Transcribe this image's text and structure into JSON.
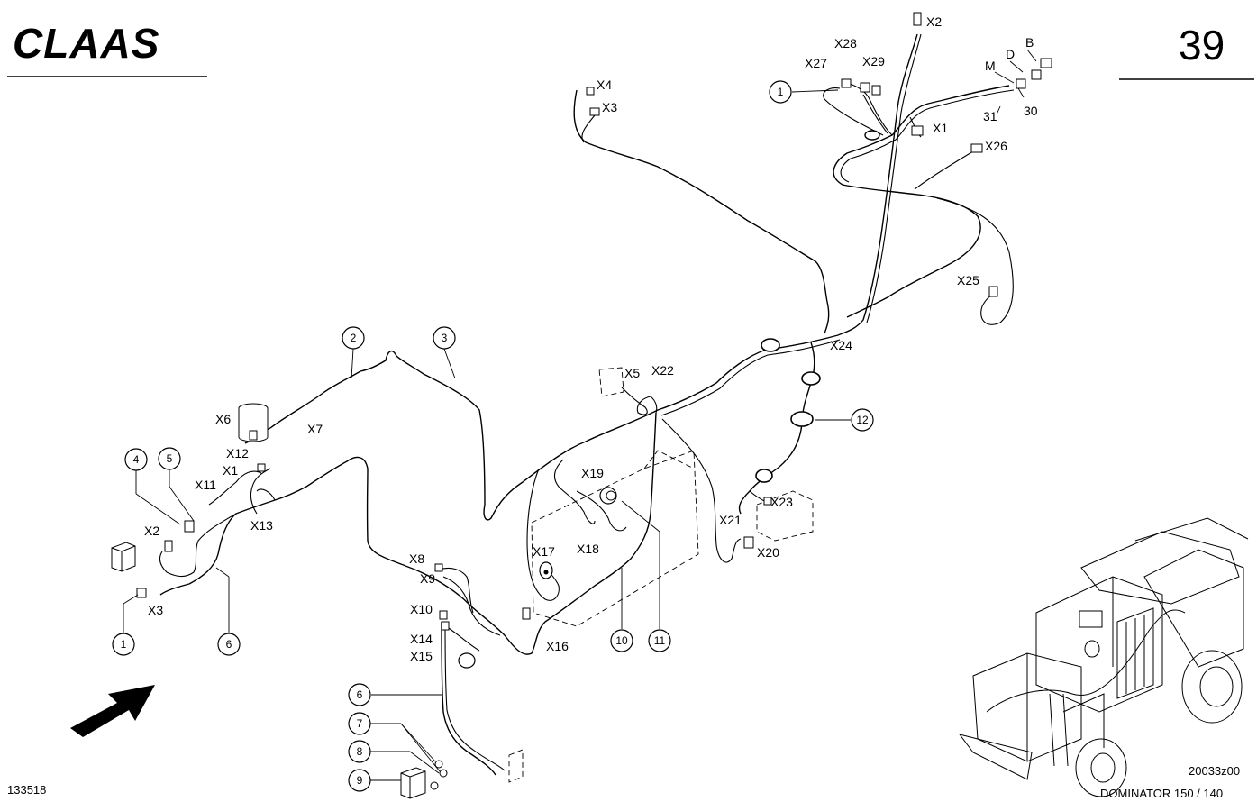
{
  "header": {
    "brand": "CLAAS",
    "page_number": "39"
  },
  "footer": {
    "drawing_id": "133518",
    "figure_code": "20033z00",
    "model": "DOMINATOR 150 / 140"
  },
  "connector_labels": [
    {
      "id": "c-x2-top",
      "text": "X2"
    },
    {
      "id": "c-x28",
      "text": "X28"
    },
    {
      "id": "c-x27",
      "text": "X27"
    },
    {
      "id": "c-x29",
      "text": "X29"
    },
    {
      "id": "c-d",
      "text": "D"
    },
    {
      "id": "c-b",
      "text": "B"
    },
    {
      "id": "c-m",
      "text": "M"
    },
    {
      "id": "c-31",
      "text": "31"
    },
    {
      "id": "c-30",
      "text": "30"
    },
    {
      "id": "c-x1-top",
      "text": "X1"
    },
    {
      "id": "c-x26",
      "text": "X26"
    },
    {
      "id": "c-x4",
      "text": "X4"
    },
    {
      "id": "c-x3-top",
      "text": "X3"
    },
    {
      "id": "c-x25",
      "text": "X25"
    },
    {
      "id": "c-x24",
      "text": "X24"
    },
    {
      "id": "c-x5",
      "text": "X5"
    },
    {
      "id": "c-x22",
      "text": "X22"
    },
    {
      "id": "c-x6",
      "text": "X6"
    },
    {
      "id": "c-x7",
      "text": "X7"
    },
    {
      "id": "c-x12",
      "text": "X12"
    },
    {
      "id": "c-x1-left",
      "text": "X1"
    },
    {
      "id": "c-x11",
      "text": "X11"
    },
    {
      "id": "c-x13",
      "text": "X13"
    },
    {
      "id": "c-x2-left",
      "text": "X2"
    },
    {
      "id": "c-x3-left",
      "text": "X3"
    },
    {
      "id": "c-x19",
      "text": "X19"
    },
    {
      "id": "c-x18",
      "text": "X18"
    },
    {
      "id": "c-x17",
      "text": "X17"
    },
    {
      "id": "c-x21",
      "text": "X21"
    },
    {
      "id": "c-x23",
      "text": "X23"
    },
    {
      "id": "c-x20",
      "text": "X20"
    },
    {
      "id": "c-x8",
      "text": "X8"
    },
    {
      "id": "c-x9",
      "text": "X9"
    },
    {
      "id": "c-x10",
      "text": "X10"
    },
    {
      "id": "c-x14",
      "text": "X14"
    },
    {
      "id": "c-x15",
      "text": "X15"
    },
    {
      "id": "c-x16",
      "text": "X16"
    }
  ],
  "callouts": [
    {
      "id": "co-1-top",
      "text": "1"
    },
    {
      "id": "co-2",
      "text": "2"
    },
    {
      "id": "co-3",
      "text": "3"
    },
    {
      "id": "co-4",
      "text": "4"
    },
    {
      "id": "co-5",
      "text": "5"
    },
    {
      "id": "co-1-left",
      "text": "1"
    },
    {
      "id": "co-6-left",
      "text": "6"
    },
    {
      "id": "co-12",
      "text": "12"
    },
    {
      "id": "co-10",
      "text": "10"
    },
    {
      "id": "co-11",
      "text": "11"
    },
    {
      "id": "co-6-bottom",
      "text": "6"
    },
    {
      "id": "co-7",
      "text": "7"
    },
    {
      "id": "co-8",
      "text": "8"
    },
    {
      "id": "co-9",
      "text": "9"
    }
  ]
}
